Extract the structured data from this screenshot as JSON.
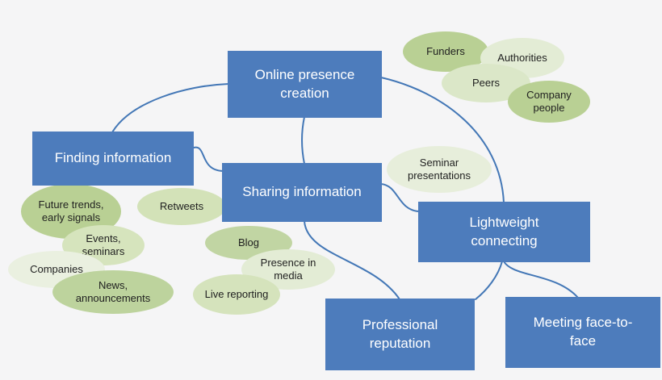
{
  "diagram": {
    "title": "Online presence mind map",
    "colors": {
      "background": "#f5f5f6",
      "activity_fill": "#4d7cbc",
      "activity_text": "#ffffff",
      "connector": "#4377b6",
      "topic_text": "#1f1f1f",
      "topic_green_dark": "#b9d094",
      "topic_green_mid": "#d5e3bc",
      "topic_green_light": "#e6eed9"
    },
    "activities": {
      "online_presence": {
        "label": "Online presence creation"
      },
      "finding": {
        "label": "Finding information"
      },
      "sharing": {
        "label": "Sharing information"
      },
      "lightweight": {
        "label": "Lightweight connecting"
      },
      "professional": {
        "label": "Professional reputation"
      },
      "meeting": {
        "label": "Meeting face-to-face"
      }
    },
    "topics": {
      "funders": {
        "label": "Funders",
        "fill": "#b9d094"
      },
      "authorities": {
        "label": "Authorities",
        "fill": "#e3ecd5"
      },
      "peers": {
        "label": "Peers",
        "fill": "#dbe7c8"
      },
      "company_people": {
        "label": "Company people",
        "fill": "#b9d094"
      },
      "seminar_presentations": {
        "label": "Seminar presentations",
        "fill": "#e7eedb"
      },
      "retweets": {
        "label": "Retweets",
        "fill": "#d3e2b8"
      },
      "future_trends": {
        "label": "Future trends, early signals",
        "fill": "#b9d094"
      },
      "events_seminars": {
        "label": "Events, seminars",
        "fill": "#d6e4bd"
      },
      "companies": {
        "label": "Companies",
        "fill": "#eaf0e0"
      },
      "news_announcements": {
        "label": "News, announcements",
        "fill": "#bdd39d"
      },
      "blog": {
        "label": "Blog",
        "fill": "#c1d5a3"
      },
      "presence_in_media": {
        "label": "Presence in media",
        "fill": "#e3ecd5"
      },
      "live_reporting": {
        "label": "Live reporting",
        "fill": "#d5e3bc"
      }
    },
    "connections": [
      "Online presence creation – Finding information",
      "Online presence creation – Sharing information",
      "Online presence creation – Lightweight connecting",
      "Finding information – Sharing information",
      "Sharing information – Lightweight connecting",
      "Sharing information – Professional reputation",
      "Lightweight connecting – Professional reputation",
      "Lightweight connecting – Meeting face-to-face"
    ]
  }
}
